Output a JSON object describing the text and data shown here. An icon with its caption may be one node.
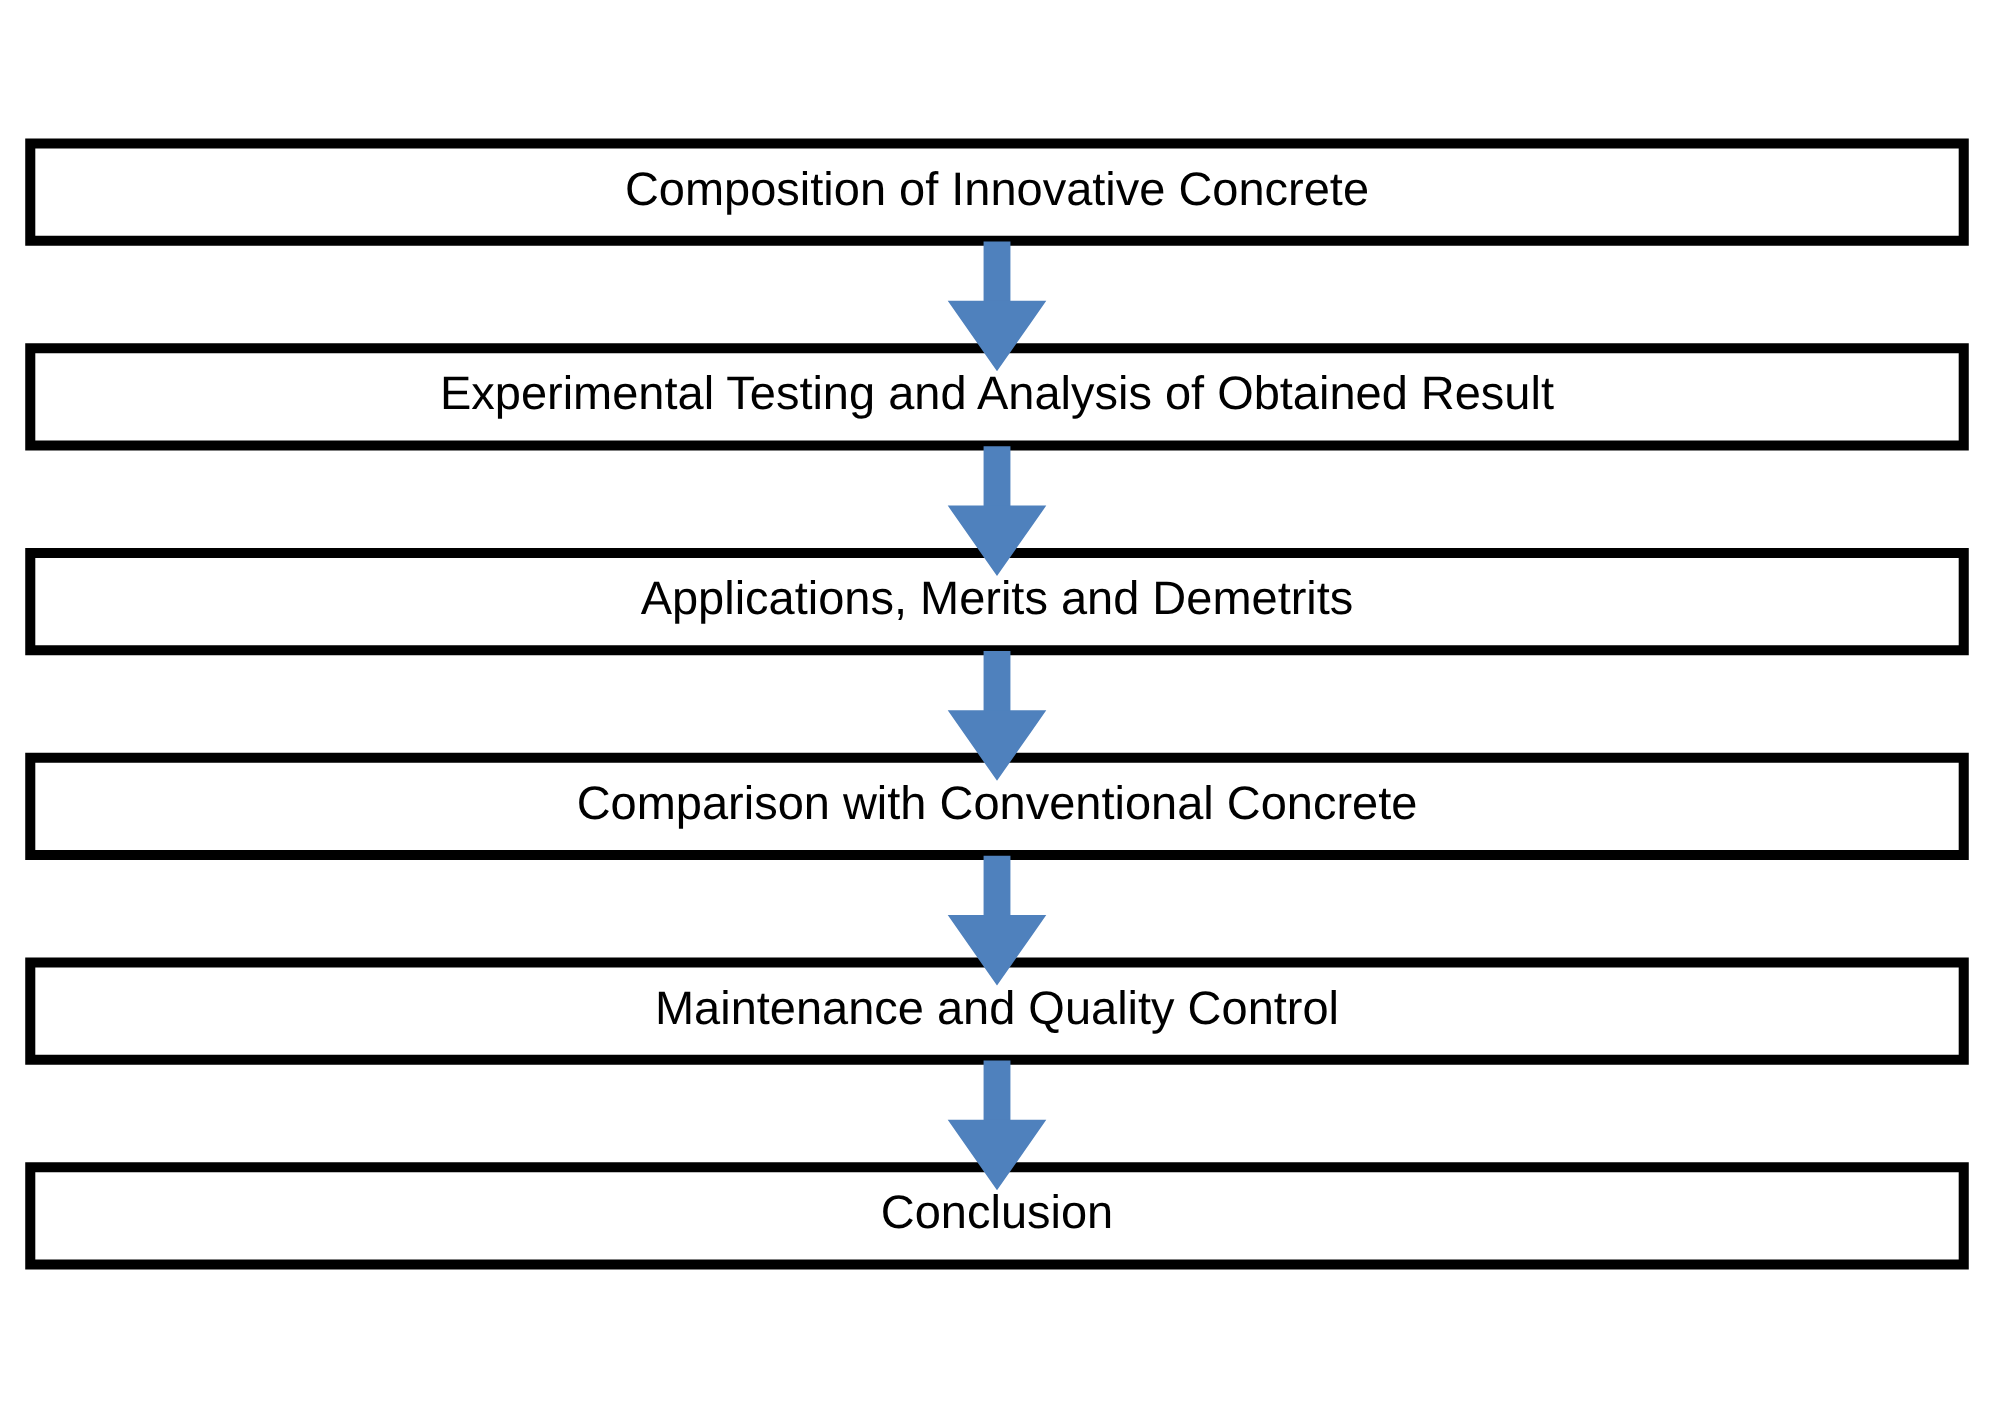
{
  "diagram": {
    "nodes": [
      {
        "text": [
          "Composition of Innovative Concrete"
        ]
      },
      {
        "text": [
          "Experimental Testing and Analysis of Obtained Result"
        ]
      },
      {
        "text": [
          "Applications, Merits and Demetrits"
        ]
      },
      {
        "text": [
          "Comparison with Conventional Concrete"
        ]
      },
      {
        "text": [
          "Maintenance and Quality Control"
        ]
      },
      {
        "text": [
          "Conclusion"
        ]
      }
    ],
    "edges": [
      {
        "from": 0,
        "to": 1,
        "arrow": "to"
      },
      {
        "from": 1,
        "to": 2,
        "arrow": "to"
      },
      {
        "from": 2,
        "to": 3,
        "arrow": "to"
      },
      {
        "from": 3,
        "to": 4,
        "arrow": "to"
      },
      {
        "from": 4,
        "to": 5,
        "arrow": "to"
      }
    ]
  }
}
